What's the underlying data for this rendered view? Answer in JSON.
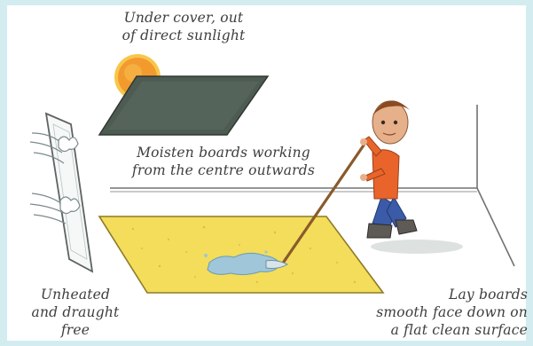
{
  "captions": {
    "cover": "Under cover, out\nof direct sunlight",
    "moisten": "Moisten boards working\nfrom the centre outwards",
    "unheated": "Unheated\nand draught\nfree",
    "lay": "Lay boards\nsmooth face down on\na flat clean surface"
  },
  "colors": {
    "background": "#d3ecf0",
    "board_yellow": "#f3dd5a",
    "sun_orange": "#f29a2e",
    "cover_grey": "#4d5b53",
    "shirt_orange": "#e9642b",
    "trousers_blue": "#3b5aa8",
    "water": "#9fc6d9",
    "caption_text": "#3b3f3d"
  },
  "icons": [
    "sun-icon",
    "cover-sheet-icon",
    "window-icon",
    "draught-icon",
    "worker-figure",
    "mop-icon",
    "water-splash-icon"
  ]
}
